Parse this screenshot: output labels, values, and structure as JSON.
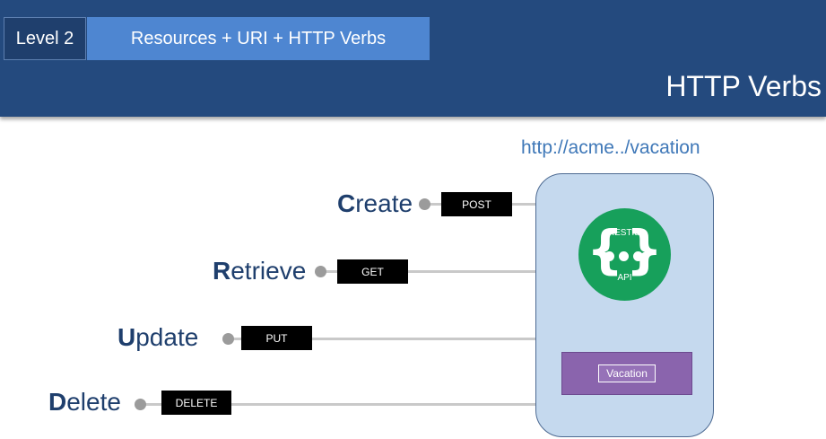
{
  "header": {
    "level": "Level 2",
    "topic": "Resources + URI + HTTP Verbs",
    "title": "HTTP Verbs"
  },
  "url": "http://acme../vacation",
  "api_logo": {
    "top_text": "RESTful",
    "bottom_text": "API",
    "icon": "restful-api-logo-icon",
    "color": "#17a05b"
  },
  "resource": {
    "label": "Vacation",
    "color": "#8a64ad"
  },
  "verbs": [
    {
      "initial": "C",
      "rest": "reate",
      "method": "POST"
    },
    {
      "initial": "R",
      "rest": "etrieve",
      "method": "GET"
    },
    {
      "initial": "U",
      "rest": "pdate",
      "method": "PUT"
    },
    {
      "initial": "D",
      "rest": "elete",
      "method": "DELETE"
    }
  ],
  "colors": {
    "header": "#244a7e",
    "topic_box": "#4e86d1",
    "verb_text": "#1f3f6d",
    "api_box": "#c5d9ee"
  }
}
